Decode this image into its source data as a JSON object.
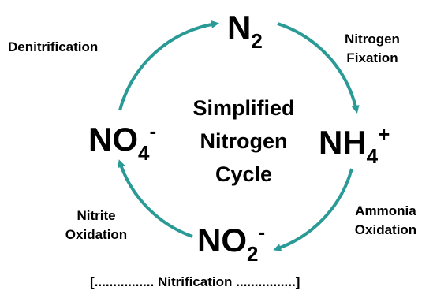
{
  "species": {
    "n2": {
      "base": "N",
      "sub": "2",
      "sup": ""
    },
    "nh4": {
      "base": "NH",
      "sub": "4",
      "sup": "+"
    },
    "no2": {
      "base": "NO",
      "sub": "2",
      "sup": "-"
    },
    "no4": {
      "base": "NO",
      "sub": "4",
      "sup": "-"
    }
  },
  "center": {
    "line1": "Simplified",
    "line2": "Nitrogen",
    "line3": "Cycle"
  },
  "processes": {
    "denitrification": "Denitrification",
    "fixation_line1": "Nitrogen",
    "fixation_line2": "Fixation",
    "ammonia_line1": "Ammonia",
    "ammonia_line2": "Oxidation",
    "nitrite_line1": "Nitrite",
    "nitrite_line2": "Oxidation"
  },
  "footer": {
    "nitrification": "[................ Nitrification ................]"
  },
  "colors": {
    "arrow": "#2a9a96",
    "text": "#000000"
  }
}
